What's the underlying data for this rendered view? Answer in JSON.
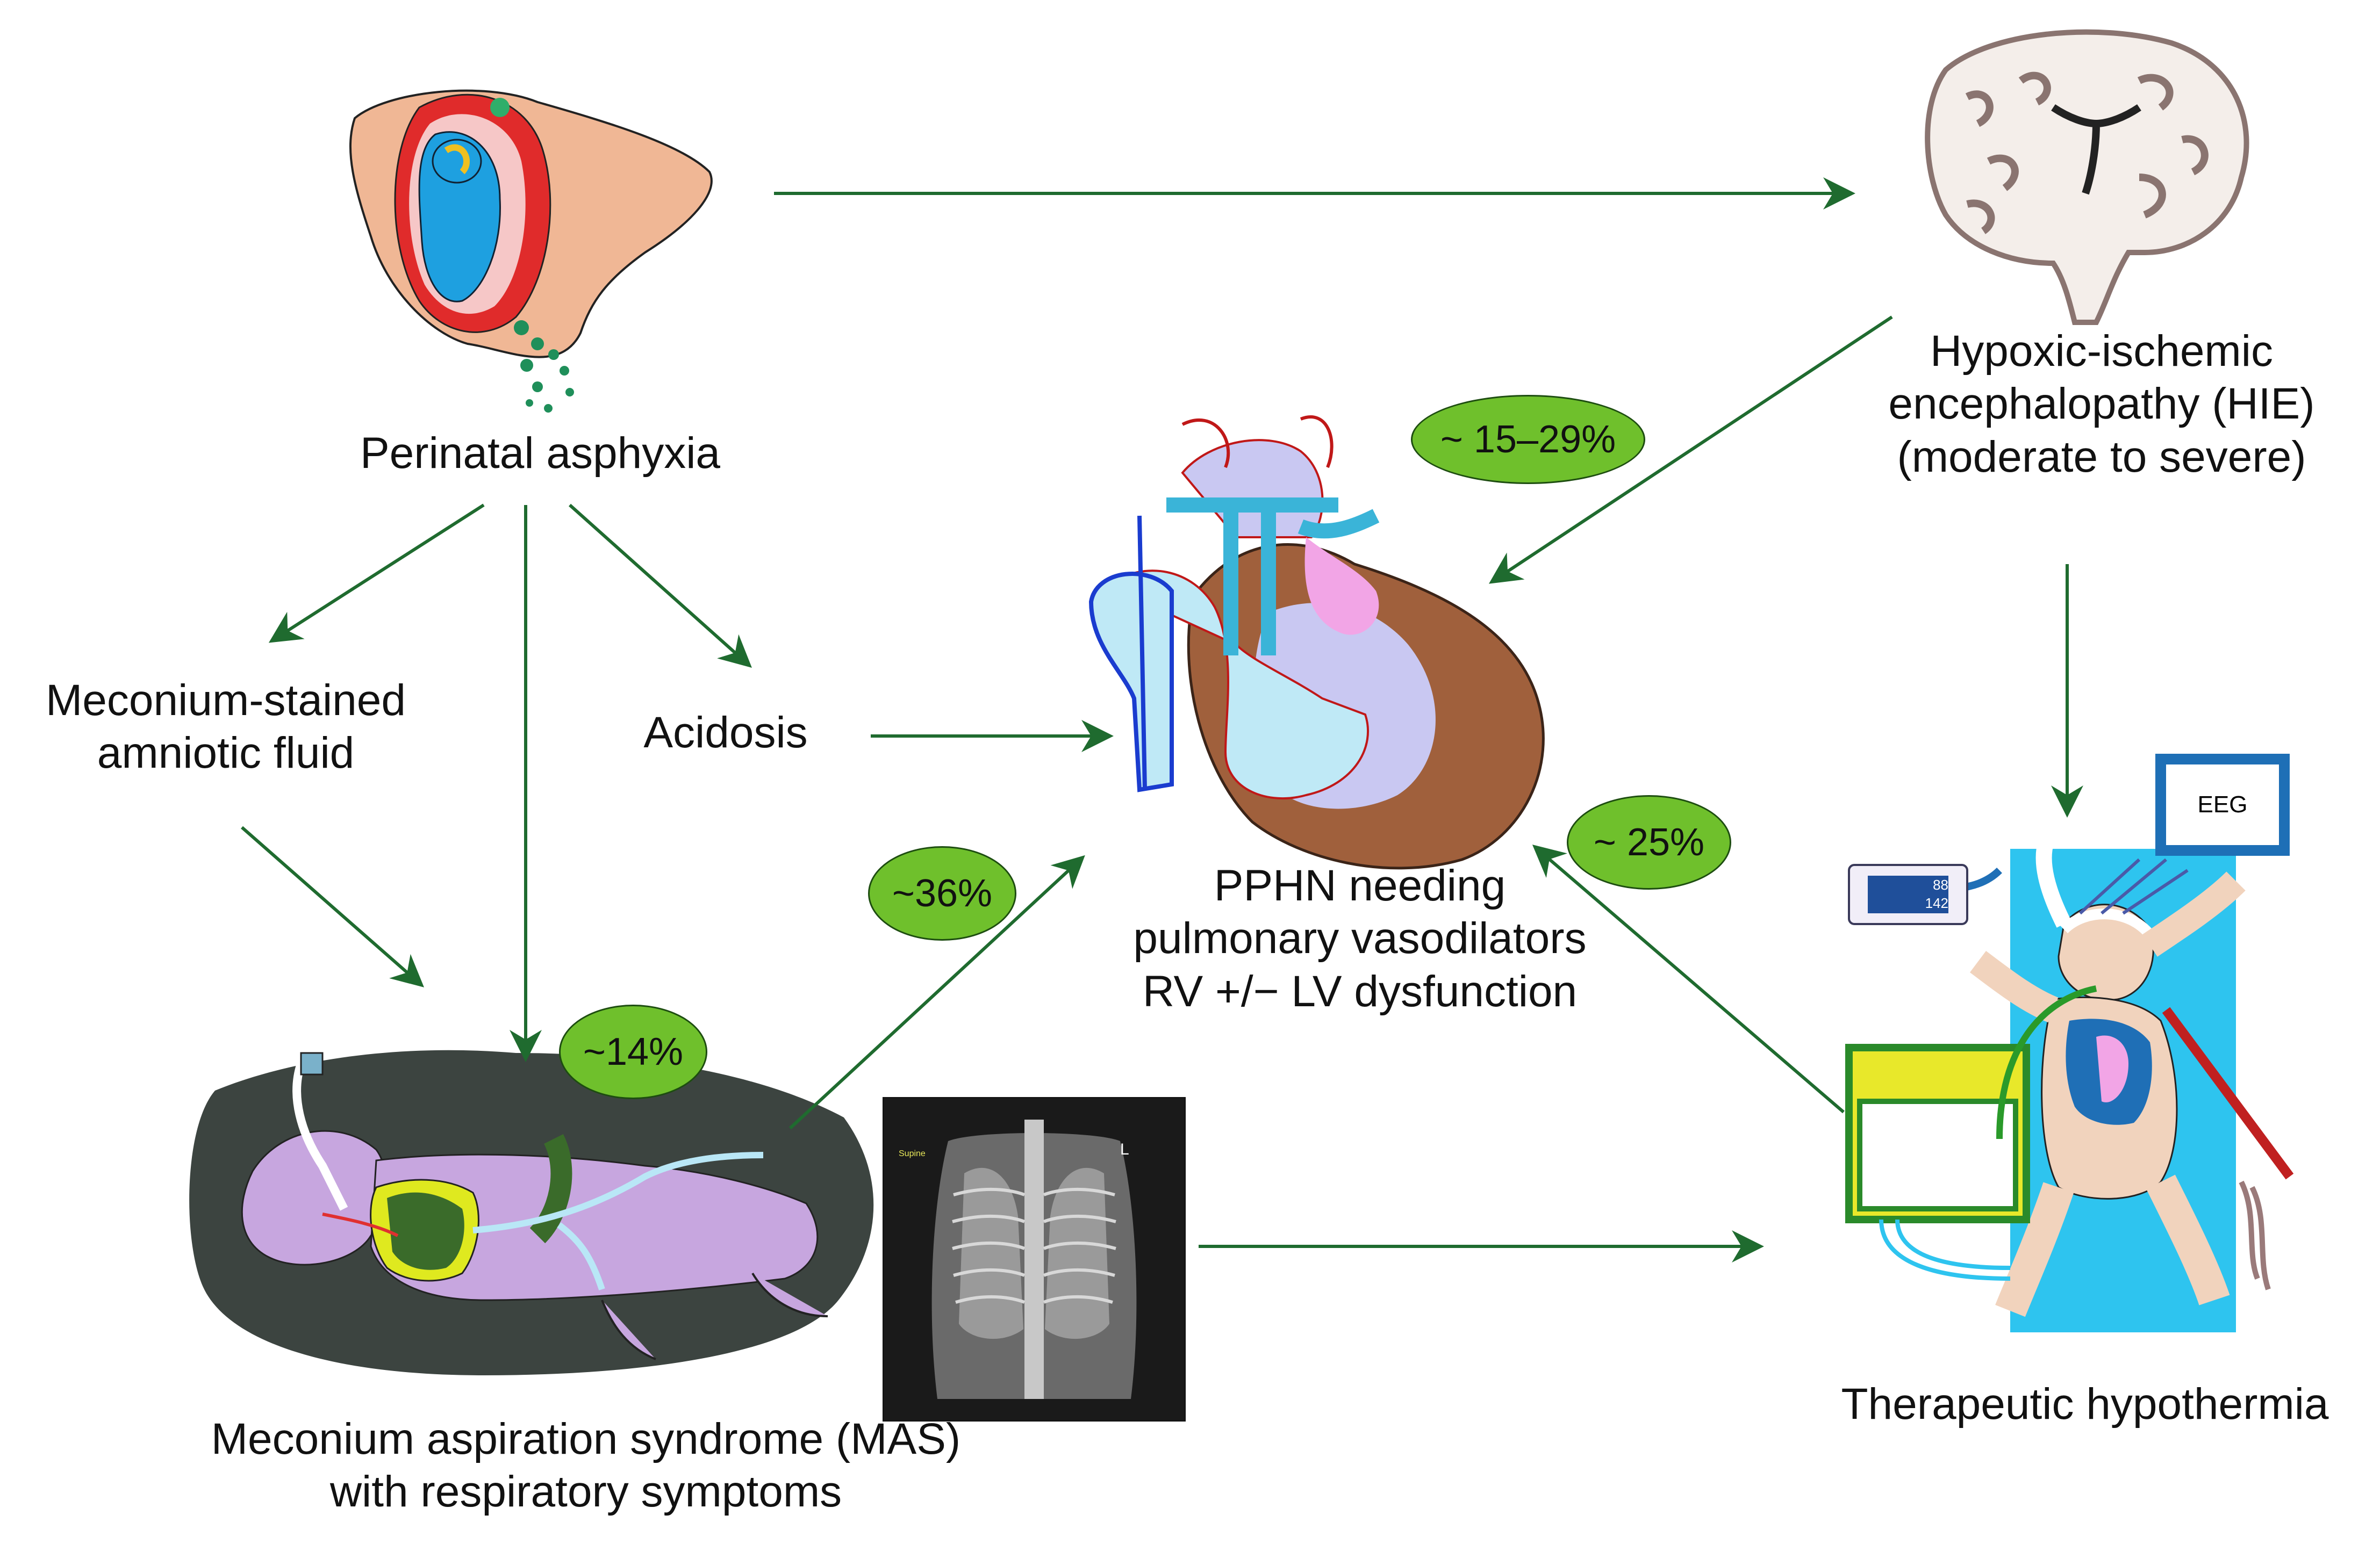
{
  "nodes": {
    "perinatal_asphyxia": "Perinatal asphyxia",
    "hie": [
      "Hypoxic-ischemic",
      "encephalopathy (HIE)",
      "(moderate to severe)"
    ],
    "meconium_fluid": [
      "Meconium-stained",
      "amniotic fluid"
    ],
    "acidosis": "Acidosis",
    "pphn": [
      "PPHN needing",
      "pulmonary vasodilators",
      "RV +/− LV dysfunction"
    ],
    "mas": [
      "Meconium aspiration syndrome (MAS)",
      "with respiratory symptoms"
    ],
    "therapeutic_hypothermia": "Therapeutic hypothermia"
  },
  "badges": {
    "hie_to_pphn": "~ 15–29%",
    "mas_to_pphn": "~36%",
    "asphyxia_to_mas": "~14%",
    "hypothermia_to_pphn": "~ 25%"
  },
  "equipment": {
    "eeg_label": "EEG",
    "monitor_values": [
      "88",
      "142"
    ]
  },
  "xray": {
    "side_marker": "L",
    "position_marker": "Supine"
  },
  "colors": {
    "arrow": "#1f6b2f",
    "badge_fill": "#6fc02c",
    "fetus_blue": "#1ea0e0",
    "lung_green": "#3a6b2a",
    "heart_brown": "#a0603c",
    "brain_fill": "#f4eeea",
    "baby_skin": "#f1d3bd",
    "cooling_blue": "#2ec4ef"
  }
}
